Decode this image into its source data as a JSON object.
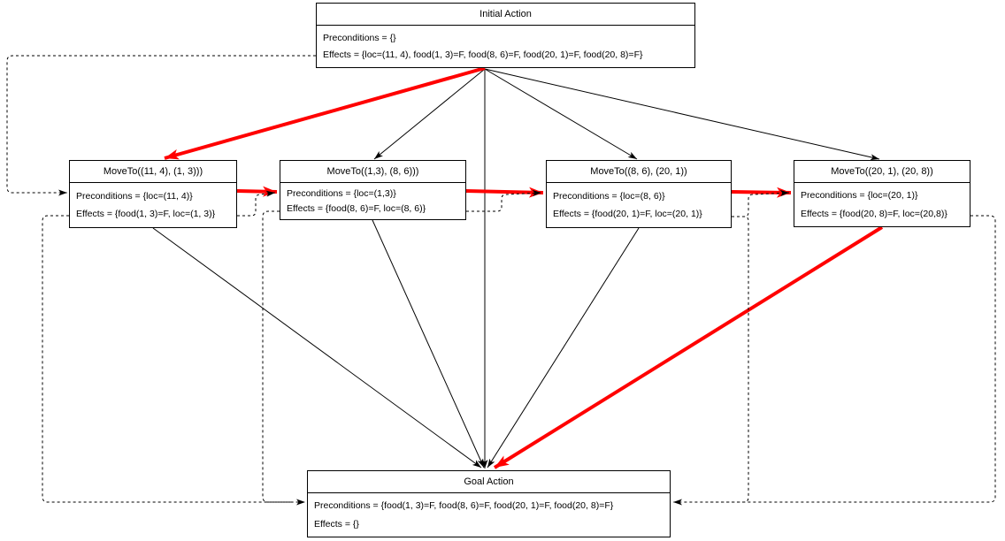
{
  "colors": {
    "highlight": "#ff0000",
    "edge": "#000000",
    "node_border": "#000000",
    "node_fill": "#ffffff",
    "background": "#ffffff"
  },
  "nodes": {
    "initial": {
      "title": "Initial Action",
      "preconditions": "Preconditions = {}",
      "effects": "Effects = {loc=(11, 4), food(1, 3)=F, food(8, 6)=F, food(20, 1)=F, food(20, 8)=F}"
    },
    "move1": {
      "title": "MoveTo((11, 4), (1, 3)))",
      "preconditions": "Preconditions = {loc=(11, 4)}",
      "effects": "Effects = {food(1, 3)=F, loc=(1, 3)}"
    },
    "move2": {
      "title": "MoveTo((1,3), (8, 6)))",
      "preconditions": "Preconditions = {loc=(1,3)}",
      "effects": "Effects = {food(8, 6)=F, loc=(8, 6)}"
    },
    "move3": {
      "title": "MoveTo((8, 6), (20, 1))",
      "preconditions": "Preconditions = {loc=(8, 6)}",
      "effects": "Effects = {food(20, 1)=F, loc=(20, 1)}"
    },
    "move4": {
      "title": "MoveTo((20, 1), (20, 8))",
      "preconditions": "Preconditions = {loc=(20, 1)}",
      "effects": "Effects = {food(20, 8)=F, loc=(20,8)}"
    },
    "goal": {
      "title": "Goal Action",
      "preconditions": "Preconditions = {food(1, 3)=F, food(8, 6)=F, food(20, 1)=F, food(20, 8)=F}",
      "effects": "Effects = {}"
    }
  },
  "edges": [
    {
      "from": "initial",
      "to": "move1",
      "style": "red-solid"
    },
    {
      "from": "initial",
      "to": "move2",
      "style": "black-solid"
    },
    {
      "from": "initial",
      "to": "move3",
      "style": "black-solid"
    },
    {
      "from": "initial",
      "to": "move4",
      "style": "black-solid"
    },
    {
      "from": "initial",
      "to": "goal",
      "style": "black-solid"
    },
    {
      "from": "move1",
      "to": "move2",
      "style": "red-solid"
    },
    {
      "from": "move2",
      "to": "move3",
      "style": "red-solid"
    },
    {
      "from": "move3",
      "to": "move4",
      "style": "red-solid"
    },
    {
      "from": "move4",
      "to": "goal",
      "style": "red-solid"
    },
    {
      "from": "move1",
      "to": "goal",
      "style": "black-solid"
    },
    {
      "from": "move2",
      "to": "goal",
      "style": "black-solid"
    },
    {
      "from": "move3",
      "to": "goal",
      "style": "black-solid"
    },
    {
      "from": "initial",
      "to": "move1",
      "style": "dashed-causal-link"
    },
    {
      "from": "move1",
      "to": "move2",
      "style": "dashed-causal-link"
    },
    {
      "from": "move2",
      "to": "move3",
      "style": "dashed-causal-link"
    },
    {
      "from": "move3",
      "to": "move4",
      "style": "dashed-causal-link"
    },
    {
      "from": "move1",
      "to": "goal",
      "style": "dashed-causal-link"
    },
    {
      "from": "move2",
      "to": "goal",
      "style": "dashed-causal-link"
    },
    {
      "from": "move3",
      "to": "goal",
      "style": "dashed-causal-link"
    },
    {
      "from": "move4",
      "to": "goal",
      "style": "dashed-causal-link"
    }
  ]
}
